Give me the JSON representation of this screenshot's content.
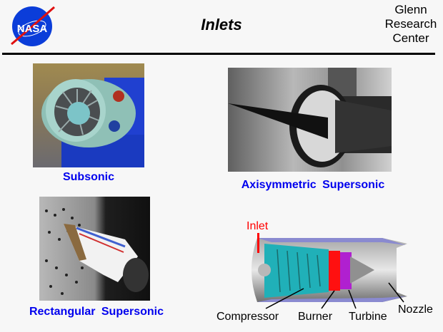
{
  "header": {
    "logo": "NASA",
    "title": "Inlets",
    "org_line1": "Glenn",
    "org_line2": "Research",
    "org_line3": "Center"
  },
  "panels": [
    {
      "caption": "Subsonic",
      "image": "subsonic-inlet-photo"
    },
    {
      "caption": "Axisymmetric  Supersonic",
      "image": "axisymmetric-inlet-photo"
    },
    {
      "caption": "Rectangular  Supersonic",
      "image": "rectangular-inlet-photo"
    }
  ],
  "engine_diagram": {
    "labels": {
      "inlet": "Inlet",
      "compressor": "Compressor",
      "burner": "Burner",
      "turbine": "Turbine",
      "nozzle": "Nozzle"
    },
    "colors": {
      "inlet": "#ff0000",
      "compressor": "#20b0b8",
      "burner": "#ff1010",
      "turbine": "#b020d0",
      "casing": "#9090c8"
    }
  }
}
